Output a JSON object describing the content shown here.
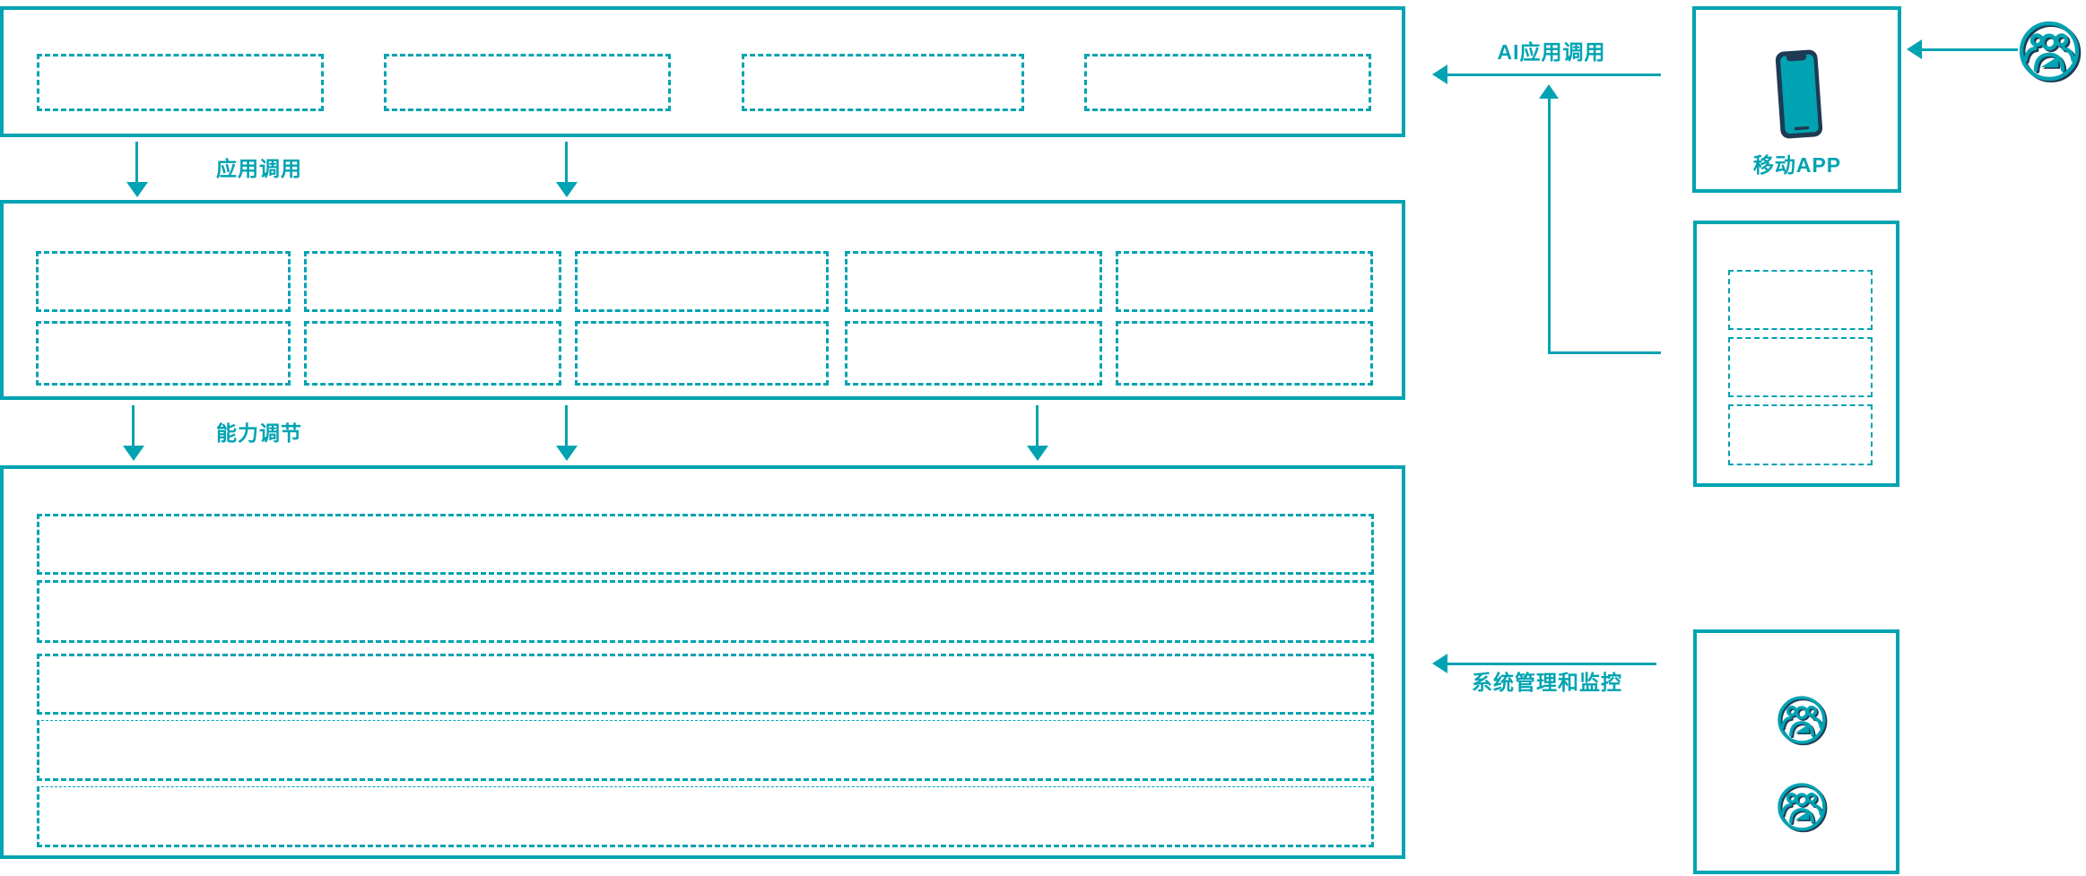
{
  "colors": {
    "accent": "#00a3b2",
    "navy": "#1e3a54",
    "background": "#ffffff"
  },
  "labels": {
    "app_call": "应用调用",
    "capability_adjust": "能力调节",
    "ai_app_call": "AI应用调用",
    "system_monitor": "系统管理和监控",
    "mobile_app": "移动APP"
  },
  "structure": {
    "top_layer_placeholders": 4,
    "middle_layer_placeholder_rows": 2,
    "middle_layer_placeholder_cols": 5,
    "bottom_layer_placeholder_rows": 5,
    "right_middle_panel_placeholders": 3,
    "admin_user_icons": 2
  },
  "icons": {
    "phone": "mobile-phone-icon",
    "users": "user-group-icon"
  }
}
